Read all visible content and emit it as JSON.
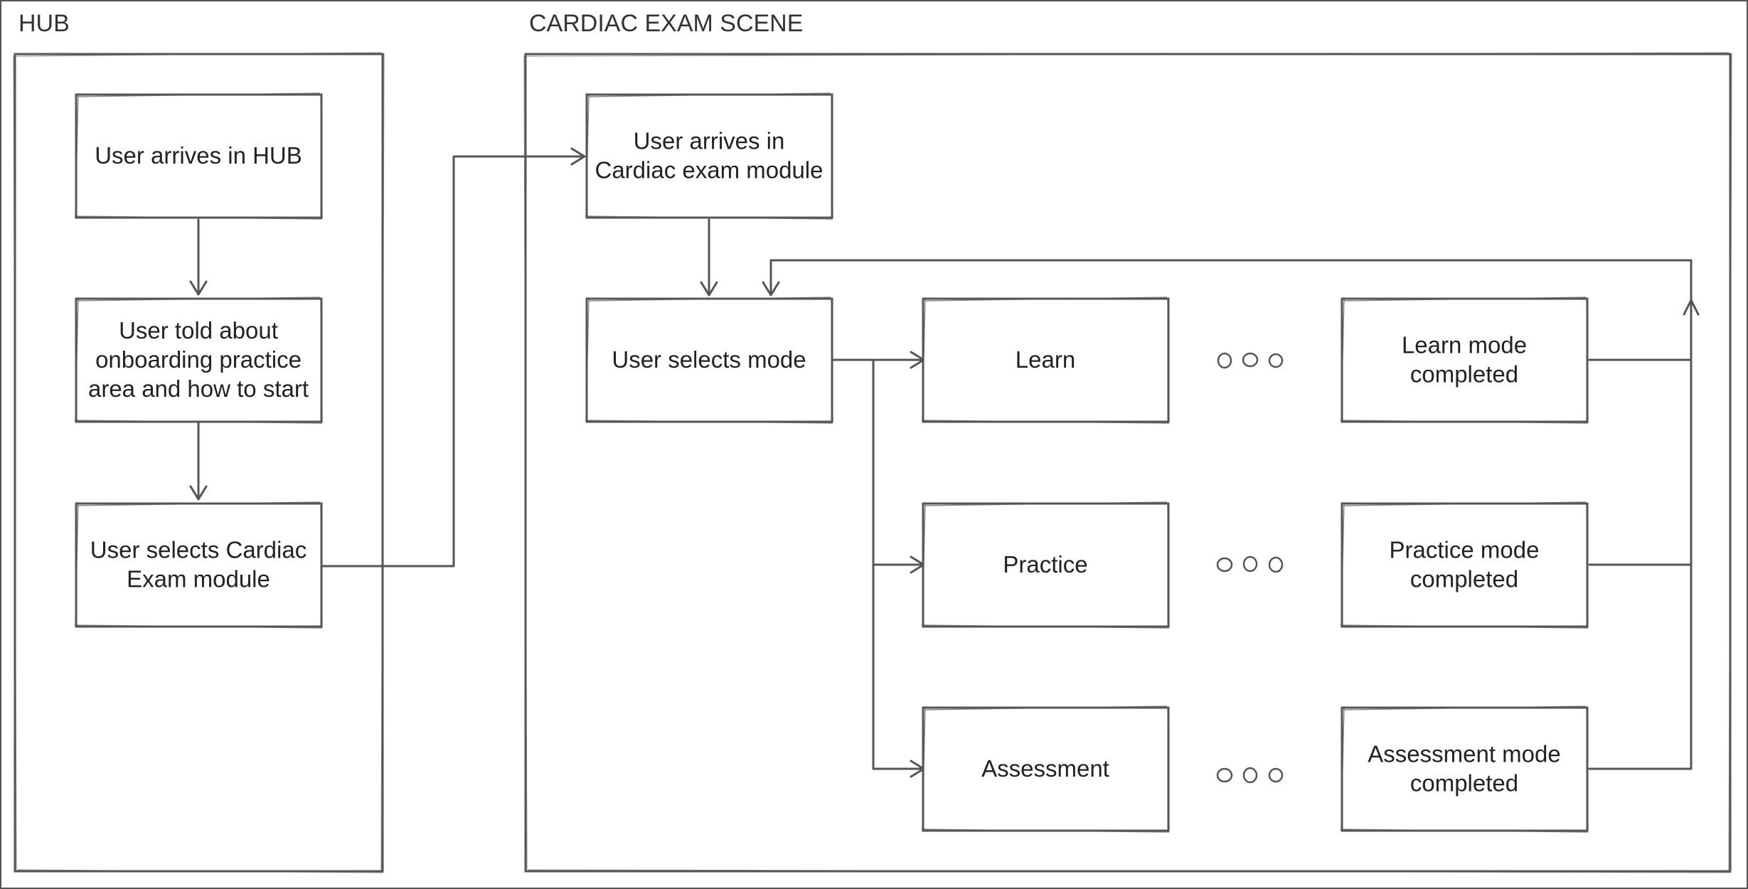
{
  "swimlanes": {
    "hub": {
      "title": "HUB"
    },
    "cardiac": {
      "title": "CARDIAC EXAM SCENE"
    }
  },
  "nodes": {
    "user_arrives_hub": {
      "lines": [
        "User arrives in HUB"
      ]
    },
    "user_told_onboarding": {
      "lines": [
        "User told about",
        "onboarding practice",
        "area and how to start"
      ]
    },
    "user_selects_cardiac": {
      "lines": [
        "User selects Cardiac",
        "Exam module"
      ]
    },
    "user_arrives_cardiac": {
      "lines": [
        "User arrives in",
        "Cardiac exam module"
      ]
    },
    "user_selects_mode": {
      "lines": [
        "User selects mode"
      ]
    },
    "learn": {
      "lines": [
        "Learn"
      ]
    },
    "practice": {
      "lines": [
        "Practice"
      ]
    },
    "assessment": {
      "lines": [
        "Assessment"
      ]
    },
    "learn_completed": {
      "lines": [
        "Learn mode",
        "completed"
      ]
    },
    "practice_completed": {
      "lines": [
        "Practice mode",
        "completed"
      ]
    },
    "assessment_completed": {
      "lines": [
        "Assessment mode",
        "completed"
      ]
    }
  },
  "colors": {
    "stroke": "#555555",
    "text": "#222222",
    "background": "#ffffff"
  }
}
